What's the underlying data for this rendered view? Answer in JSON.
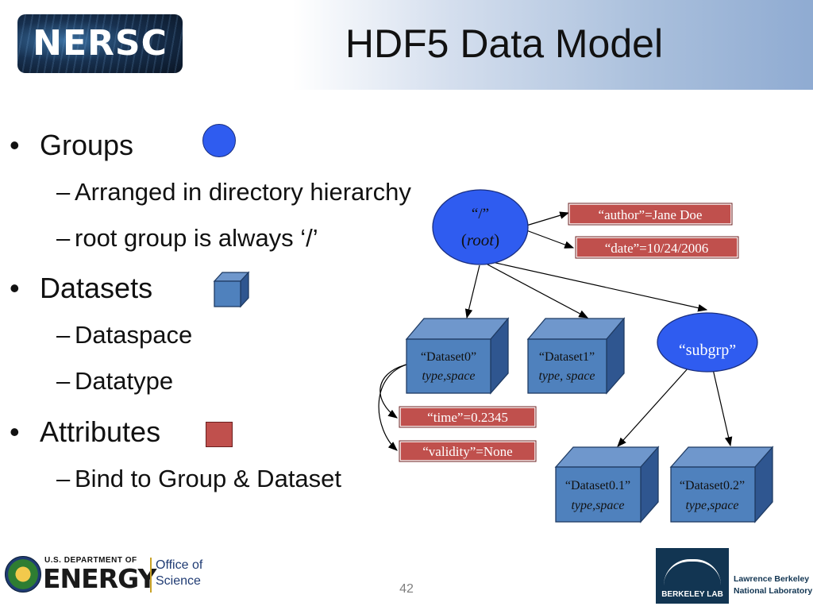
{
  "header": {
    "logo_text": "NERSC",
    "title": "HDF5 Data Model"
  },
  "bullets": {
    "groups": {
      "label": "Groups",
      "items": [
        "Arranged in directory hierarchy",
        "root group is always ‘/’"
      ]
    },
    "datasets": {
      "label": "Datasets",
      "items": [
        "Dataspace",
        "Datatype"
      ]
    },
    "attributes": {
      "label": "Attributes",
      "items": [
        "Bind to Group & Dataset"
      ]
    },
    "bullet_glyph": "•",
    "dash_glyph": "–"
  },
  "diagram": {
    "root": {
      "line1": "“/”",
      "line2_name": "root"
    },
    "root_attrs": [
      "“author”=Jane Doe",
      "“date”=10/24/2006"
    ],
    "datasets": [
      {
        "name": "“Dataset0”",
        "info": "type,space"
      },
      {
        "name": "“Dataset1”",
        "info": "type, space"
      }
    ],
    "subgroup": {
      "name": "“subgrp”"
    },
    "dataset0_attrs": [
      "“time”=0.2345",
      "“validity”=None"
    ],
    "sub_datasets": [
      {
        "name": "“Dataset0.1”",
        "info": "type,space"
      },
      {
        "name": "“Dataset0.2”",
        "info": "type,space"
      }
    ]
  },
  "colors": {
    "group": "#2f5cf0",
    "node_fill": "#4f81bd",
    "attribute": "#c0504d"
  },
  "footer": {
    "doe_small": "U.S. DEPARTMENT OF",
    "doe_big": "ENERGY",
    "office_line1": "Office of",
    "office_line2": "Science",
    "slide_number": "42",
    "berkeley_lab": "BERKELEY LAB",
    "lbnl_line1": "Lawrence Berkeley",
    "lbnl_line2": "National Laboratory"
  }
}
